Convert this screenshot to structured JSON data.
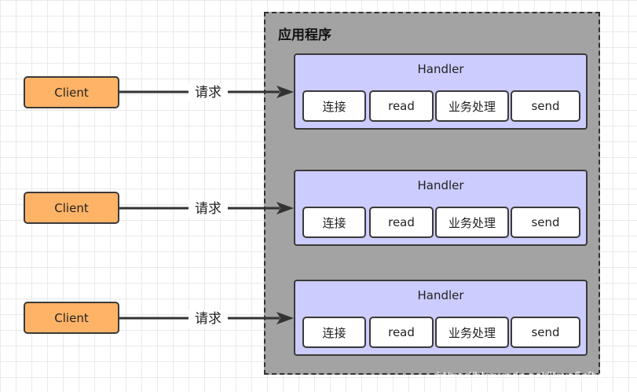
{
  "app": {
    "title": "应用程序"
  },
  "handlers": [
    {
      "title": "Handler",
      "steps": [
        "连接",
        "read",
        "业务处理",
        "send"
      ]
    },
    {
      "title": "Handler",
      "steps": [
        "连接",
        "read",
        "业务处理",
        "send"
      ]
    },
    {
      "title": "Handler",
      "steps": [
        "连接",
        "read",
        "业务处理",
        "send"
      ]
    }
  ],
  "clients": [
    "Client",
    "Client",
    "Client"
  ],
  "requests": [
    "请求",
    "请求",
    "请求"
  ],
  "watermark": "https://blog.csdn.net/lloveSoftware",
  "colors": {
    "app_background": "#a3a3a3",
    "handler_background": "#ccccff",
    "client_background": "#ffb366",
    "step_background": "#ffffff",
    "stroke": "#3a3a3a"
  }
}
